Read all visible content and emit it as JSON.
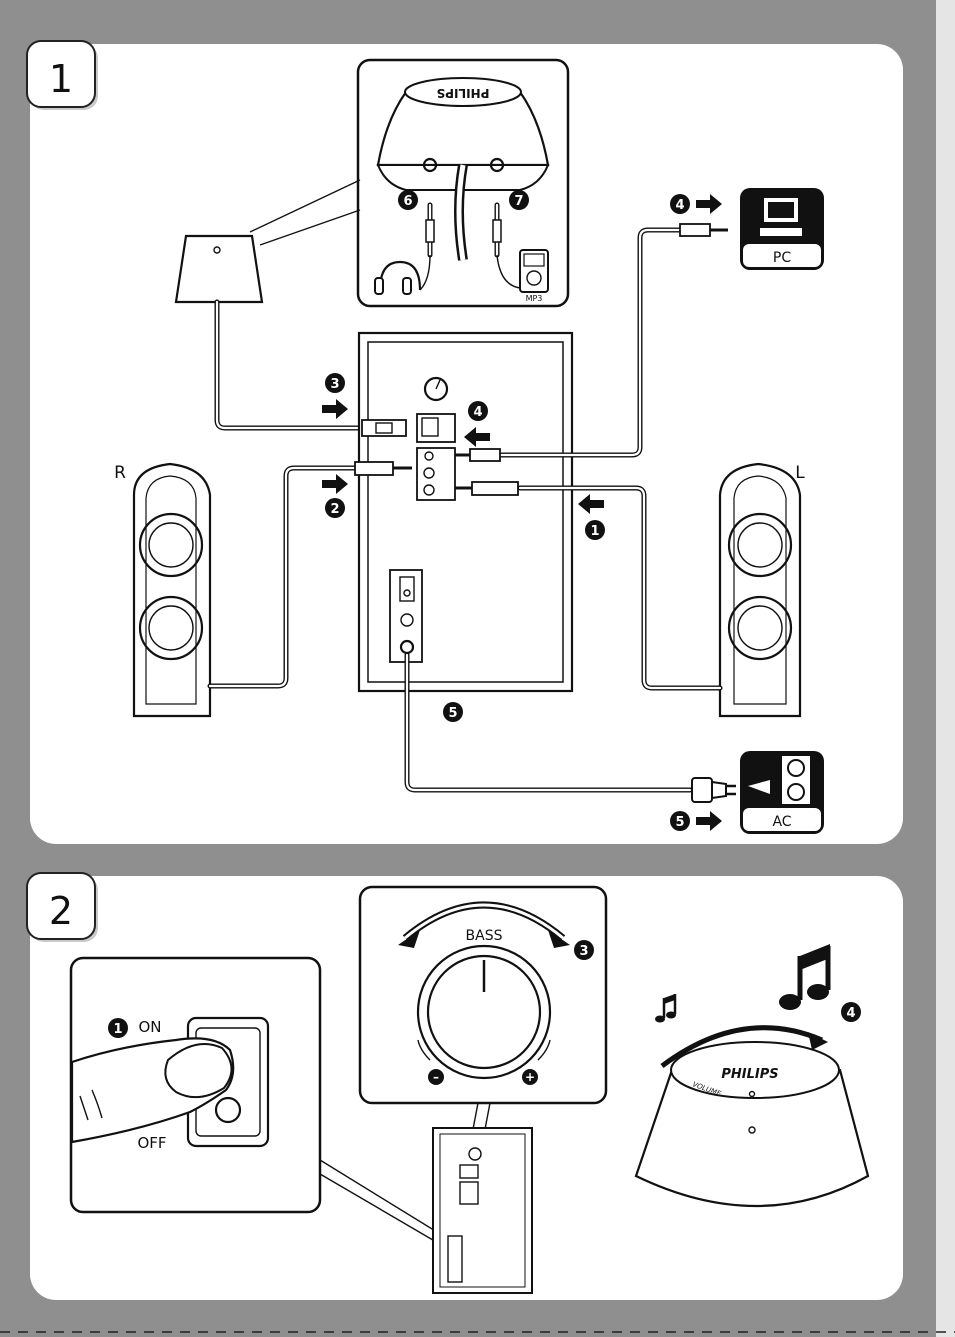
{
  "panel1": {
    "step_number": "1",
    "labels": {
      "r": "R",
      "l": "L",
      "pc": "PC",
      "ac": "AC",
      "mp3": "MP3",
      "brand_mirrored": "PHILIPS"
    },
    "callouts": {
      "c1": "1",
      "c2": "2",
      "c3": "3",
      "c4a": "4",
      "c4b": "4",
      "c5a": "5",
      "c5b": "5",
      "c6": "6",
      "c7": "7"
    },
    "icons": [
      "headphones-icon",
      "mp3-player-icon",
      "pc-icon",
      "ac-outlet-icon",
      "power-plug-icon",
      "arrow-right-icon",
      "arrow-left-icon"
    ]
  },
  "panel2": {
    "step_number": "2",
    "labels": {
      "on": "ON",
      "off": "OFF",
      "bass": "BASS",
      "minus": "–",
      "plus": "+",
      "brand": "PHILIPS",
      "volume": "VOLUME"
    },
    "callouts": {
      "c1": "1",
      "c3": "3",
      "c4": "4"
    },
    "icons": [
      "finger-icon",
      "bass-knob-icon",
      "music-note-icon",
      "double-music-note-icon",
      "curved-arrow-icon"
    ]
  },
  "colors": {
    "background": "#8f8f8f",
    "panel": "#ffffff",
    "ink": "#111111"
  }
}
